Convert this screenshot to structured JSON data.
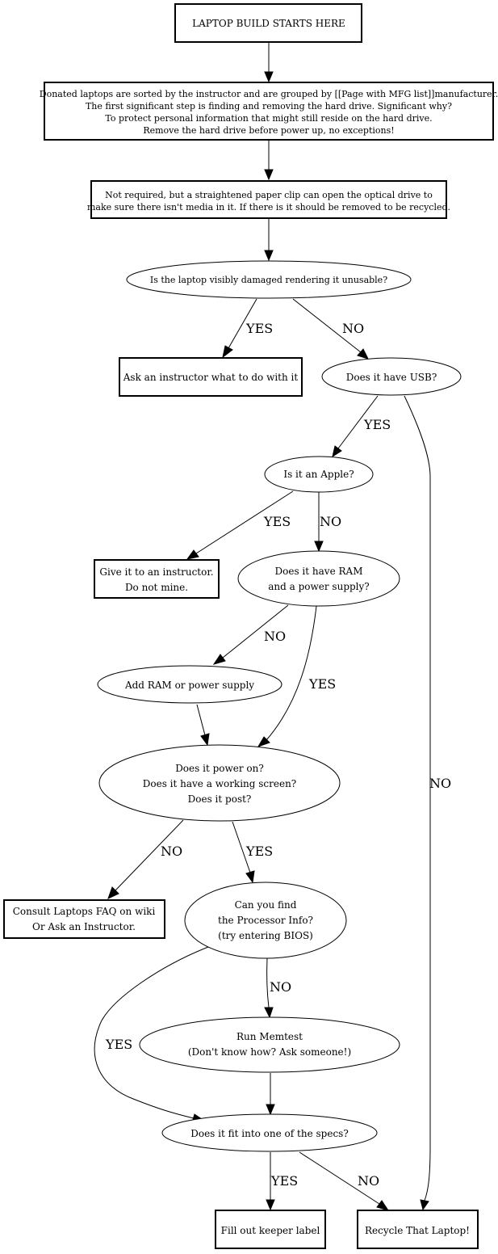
{
  "nodes": {
    "start": {
      "lines": [
        "LAPTOP BUILD STARTS HERE"
      ]
    },
    "sort": {
      "lines": [
        "Donated laptops are sorted by the instructor and are grouped by [[Page with MFG list]]manufacturer.",
        "The first significant step is finding and removing the hard drive. Significant why?",
        "To protect personal information that might still reside on the hard drive.",
        "Remove the hard drive before power up, no exceptions!"
      ]
    },
    "paperclip": {
      "lines": [
        "Not required, but a straightened paper clip can open the optical drive to",
        "make sure there isn't media in it. If there is it should be removed to be recycled."
      ]
    },
    "damaged": {
      "lines": [
        "Is the laptop visibly damaged rendering it unusable?"
      ]
    },
    "ask_instructor": {
      "lines": [
        "Ask an instructor what to do with it"
      ]
    },
    "usb": {
      "lines": [
        "Does it have USB?"
      ]
    },
    "apple": {
      "lines": [
        "Is it an Apple?"
      ]
    },
    "give_instructor": {
      "lines": [
        "Give it to an instructor.",
        "Do not mine."
      ]
    },
    "ram_power": {
      "lines": [
        "Does it have RAM",
        "and a power supply?"
      ]
    },
    "add_ram": {
      "lines": [
        "Add RAM or power supply"
      ]
    },
    "power_on": {
      "lines": [
        "Does it power on?",
        "Does it have a working screen?",
        "Does it post?"
      ]
    },
    "consult_faq": {
      "lines": [
        "Consult Laptops FAQ on wiki",
        "Or Ask an Instructor."
      ]
    },
    "processor": {
      "lines": [
        "Can you find",
        "the Processor Info?",
        "(try entering BIOS)"
      ]
    },
    "memtest": {
      "lines": [
        "Run Memtest",
        "(Don't know how?  Ask someone!)"
      ]
    },
    "specs": {
      "lines": [
        "Does it fit into one of the specs?"
      ]
    },
    "keeper": {
      "lines": [
        "Fill out keeper label"
      ]
    },
    "recycle": {
      "lines": [
        "Recycle That Laptop!"
      ]
    }
  },
  "edges": [
    {
      "from": "start",
      "to": "sort",
      "label": ""
    },
    {
      "from": "sort",
      "to": "paperclip",
      "label": ""
    },
    {
      "from": "paperclip",
      "to": "damaged",
      "label": ""
    },
    {
      "from": "damaged",
      "to": "ask_instructor",
      "label": "YES"
    },
    {
      "from": "damaged",
      "to": "usb",
      "label": "NO"
    },
    {
      "from": "usb",
      "to": "apple",
      "label": "YES"
    },
    {
      "from": "usb",
      "to": "recycle",
      "label": "NO"
    },
    {
      "from": "apple",
      "to": "give_instructor",
      "label": "YES"
    },
    {
      "from": "apple",
      "to": "ram_power",
      "label": "NO"
    },
    {
      "from": "ram_power",
      "to": "add_ram",
      "label": "NO"
    },
    {
      "from": "ram_power",
      "to": "power_on",
      "label": "YES"
    },
    {
      "from": "add_ram",
      "to": "power_on",
      "label": ""
    },
    {
      "from": "power_on",
      "to": "consult_faq",
      "label": "NO"
    },
    {
      "from": "power_on",
      "to": "processor",
      "label": "YES"
    },
    {
      "from": "processor",
      "to": "memtest",
      "label": "NO"
    },
    {
      "from": "processor",
      "to": "specs",
      "label": "YES"
    },
    {
      "from": "memtest",
      "to": "specs",
      "label": ""
    },
    {
      "from": "specs",
      "to": "keeper",
      "label": "YES"
    },
    {
      "from": "specs",
      "to": "recycle",
      "label": "NO"
    }
  ]
}
